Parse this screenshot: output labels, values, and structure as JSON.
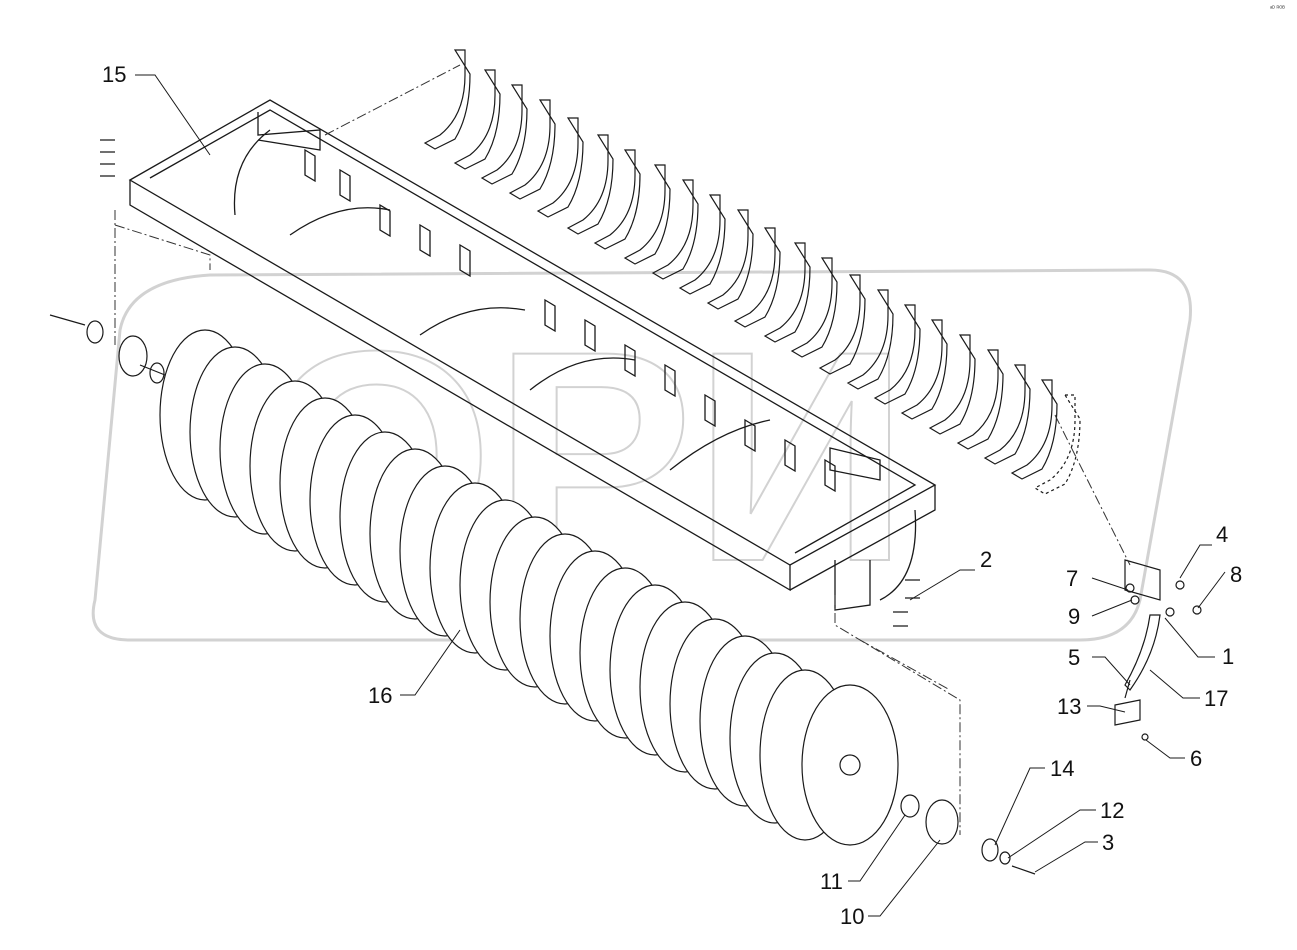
{
  "corner_mark": "ᵃᴰ ᴿᴼᴮ",
  "watermark": {
    "letters": "ОРИ",
    "color": "#d2d2d2"
  },
  "line_color": "#1a1a1a",
  "callouts": [
    {
      "id": "15",
      "label": "15"
    },
    {
      "id": "2",
      "label": "2"
    },
    {
      "id": "4",
      "label": "4"
    },
    {
      "id": "7",
      "label": "7"
    },
    {
      "id": "8",
      "label": "8"
    },
    {
      "id": "9",
      "label": "9"
    },
    {
      "id": "1",
      "label": "1"
    },
    {
      "id": "5",
      "label": "5"
    },
    {
      "id": "17",
      "label": "17"
    },
    {
      "id": "13",
      "label": "13"
    },
    {
      "id": "6",
      "label": "6"
    },
    {
      "id": "16",
      "label": "16"
    },
    {
      "id": "14",
      "label": "14"
    },
    {
      "id": "12",
      "label": "12"
    },
    {
      "id": "3",
      "label": "3"
    },
    {
      "id": "11",
      "label": "11"
    },
    {
      "id": "10",
      "label": "10"
    }
  ]
}
